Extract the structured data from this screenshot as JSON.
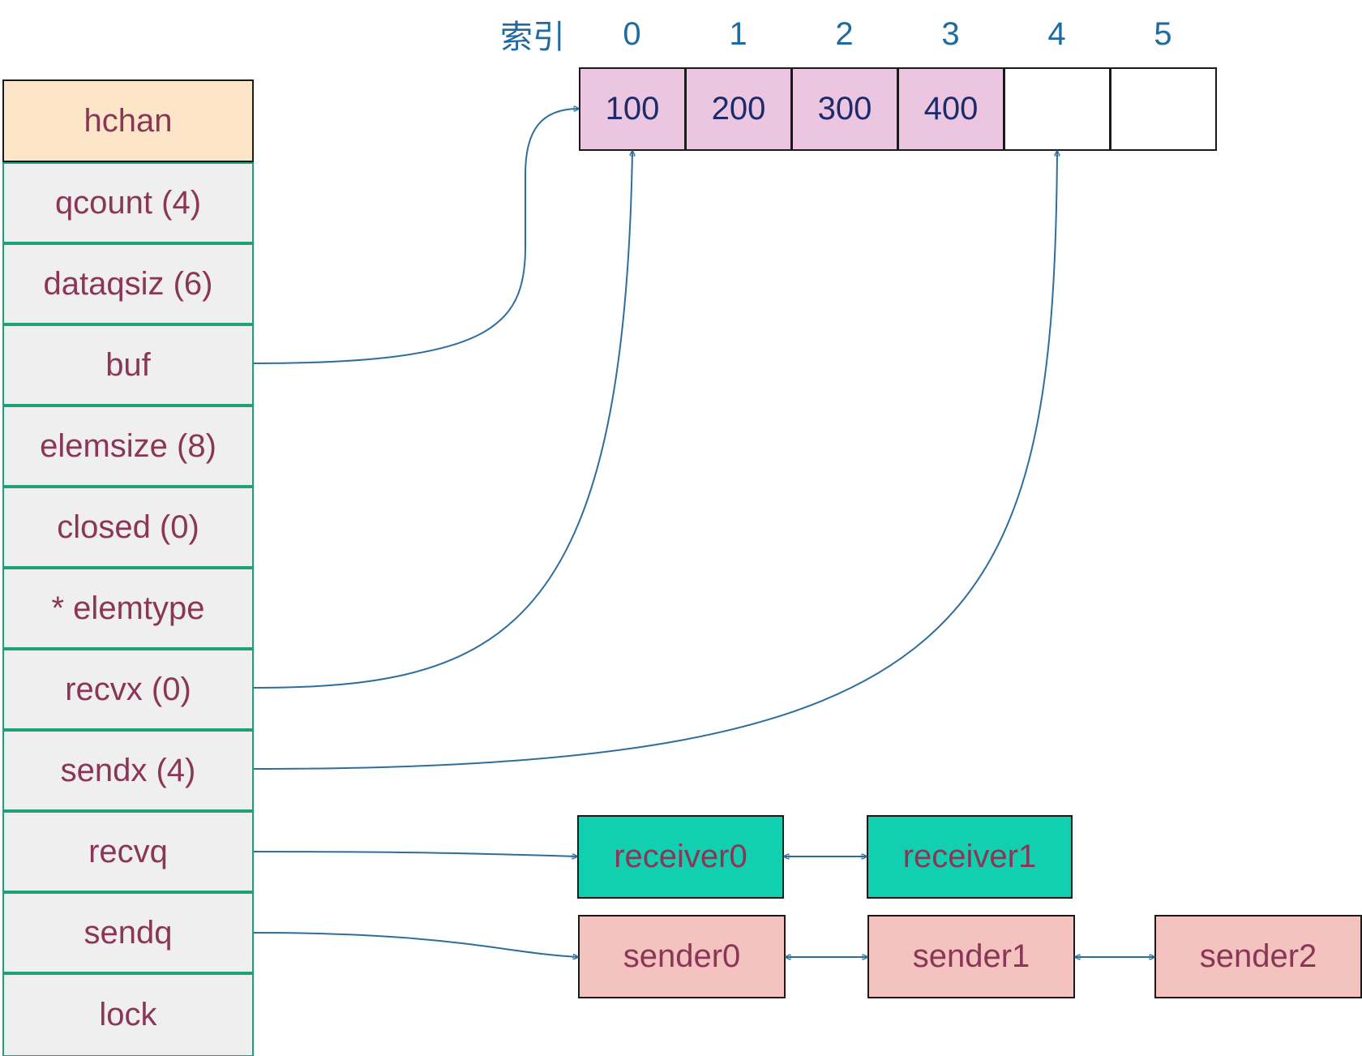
{
  "hchan": {
    "header": "hchan",
    "fields": [
      "qcount (4)",
      "dataqsiz (6)",
      "buf",
      "elemsize (8)",
      "closed (0)",
      "* elemtype",
      "recvx (0)",
      "sendx (4)",
      "recvq",
      "sendq",
      "lock"
    ]
  },
  "buffer": {
    "index_title": "索引",
    "indices": [
      "0",
      "1",
      "2",
      "3",
      "4",
      "5"
    ],
    "cells": [
      "100",
      "200",
      "300",
      "400",
      "",
      ""
    ]
  },
  "recvq": [
    "receiver0",
    "receiver1"
  ],
  "sendq": [
    "sender0",
    "sender1",
    "sender2"
  ],
  "colors": {
    "header_bg": "#fde6c8",
    "field_bg": "#efefef",
    "field_border": "#1fa07a",
    "field_text": "#8a3657",
    "buffer_filled": "#ecc6e0",
    "receiver_bg": "#12cfb0",
    "sender_bg": "#f4c2bf",
    "arrow": "#2d6e9c",
    "index_text": "#1f6a9e"
  }
}
